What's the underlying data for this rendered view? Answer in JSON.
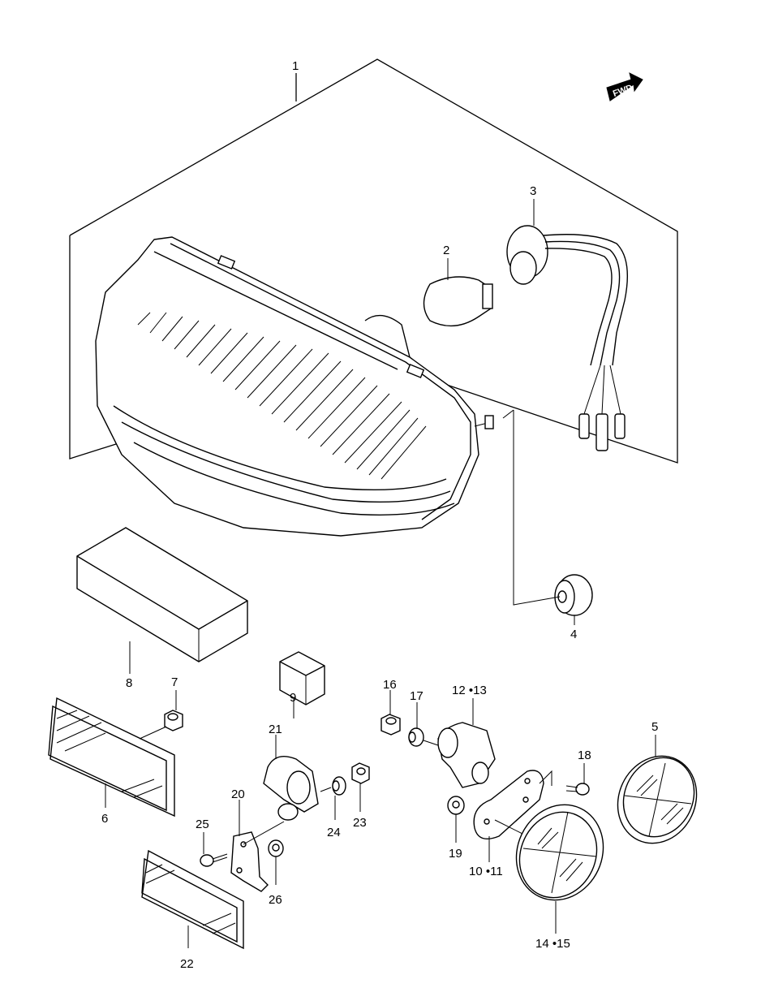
{
  "diagram": {
    "callouts": {
      "c1": "1",
      "c2": "2",
      "c3": "3",
      "c4": "4",
      "c5": "5",
      "c6": "6",
      "c7": "7",
      "c8": "8",
      "c9": "9",
      "c10_11": "10 •11",
      "c12_13": "12 •13",
      "c14_15": "14 •15",
      "c16": "16",
      "c17": "17",
      "c18": "18",
      "c19": "19",
      "c20": "20",
      "c21": "21",
      "c22": "22",
      "c23": "23",
      "c24": "24",
      "c25": "25",
      "c26": "26"
    },
    "direction_badge": {
      "label": "FWD",
      "icon": "forward-arrow-icon"
    }
  }
}
